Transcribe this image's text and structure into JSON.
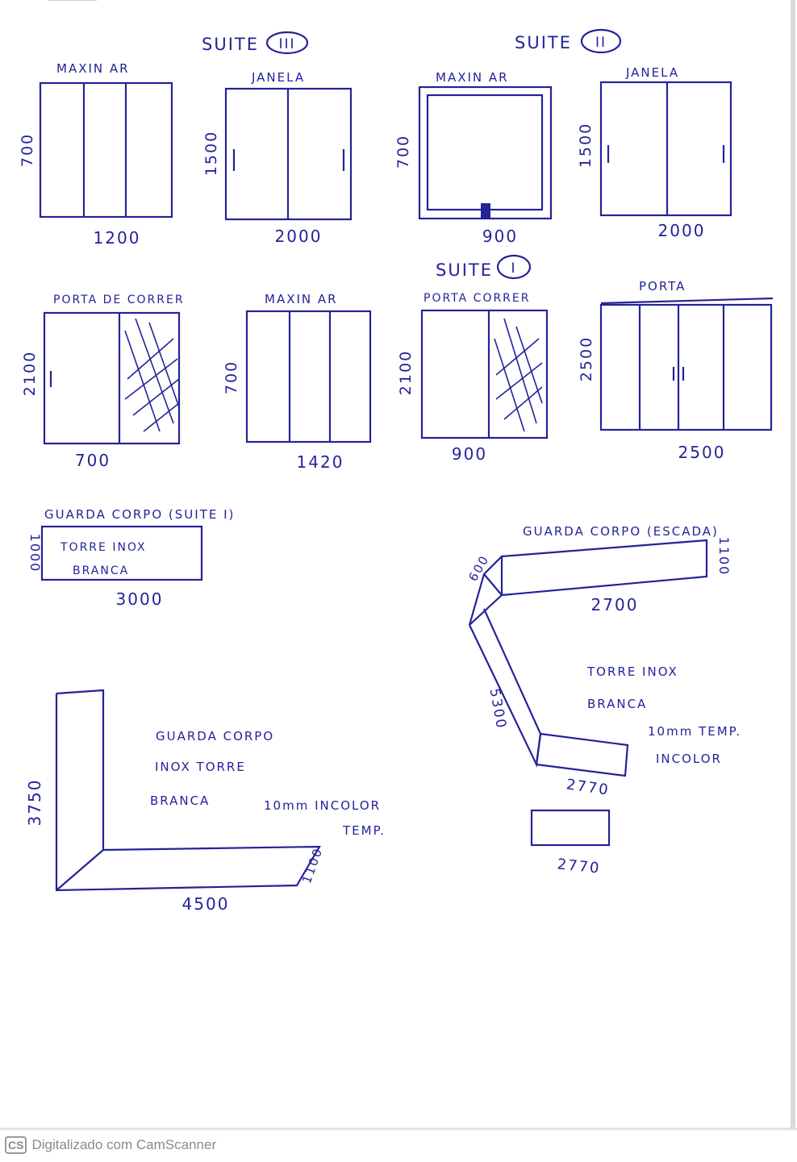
{
  "suites": {
    "suite3": {
      "title": "SUITE",
      "roman": "III"
    },
    "suite2": {
      "title": "SUITE",
      "roman": "II"
    },
    "suite1": {
      "title": "SUITE",
      "roman": "I"
    }
  },
  "windows": {
    "w1": {
      "label": "MAXIN AR",
      "height": "700",
      "width": "1200"
    },
    "w2": {
      "label": "JANELA",
      "height": "1500",
      "width": "2000"
    },
    "w3": {
      "label": "MAXIN AR",
      "height": "700",
      "width": "900"
    },
    "w4": {
      "label": "JANELA",
      "height": "1500",
      "width": "2000"
    },
    "w5": {
      "label": "PORTA DE CORRER",
      "height": "2100",
      "width": "700"
    },
    "w6": {
      "label": "MAXIN AR",
      "height": "700",
      "width": "1420"
    },
    "w7": {
      "label": "PORTA CORRER",
      "height": "2100",
      "width": "900"
    },
    "w8": {
      "label": "PORTA",
      "height": "2500",
      "width": "2500"
    }
  },
  "guard_suite": {
    "title": "GUARDA CORPO (SUITE I)",
    "line1": "TORRE INOX",
    "line2": "BRANCA",
    "height": "1000",
    "width": "3000"
  },
  "guard_stairs": {
    "title": "GUARDA CORPO (ESCADA)",
    "dim_600": "600",
    "dim_1100": "1100",
    "dim_2700": "2700",
    "dim_5300": "5300",
    "dim_2770a": "2770",
    "dim_2770b": "2770",
    "spec1": "TORRE INOX",
    "spec2": "BRANCA",
    "spec3": "10mm TEMP.",
    "spec4": "INCOLOR"
  },
  "guard_l": {
    "line1": "GUARDA CORPO",
    "line2": "INOX TORRE",
    "line3": "BRANCA",
    "line4": "10mm INCOLOR",
    "line5": "TEMP.",
    "height": "3750",
    "width": "4500",
    "depth": "1100"
  },
  "footer": {
    "logo": "CS",
    "text": "Digitalizado com CamScanner"
  },
  "colors": {
    "ink": "#23239a",
    "paper": "#ffffff",
    "footer": "#8a8a8a"
  }
}
